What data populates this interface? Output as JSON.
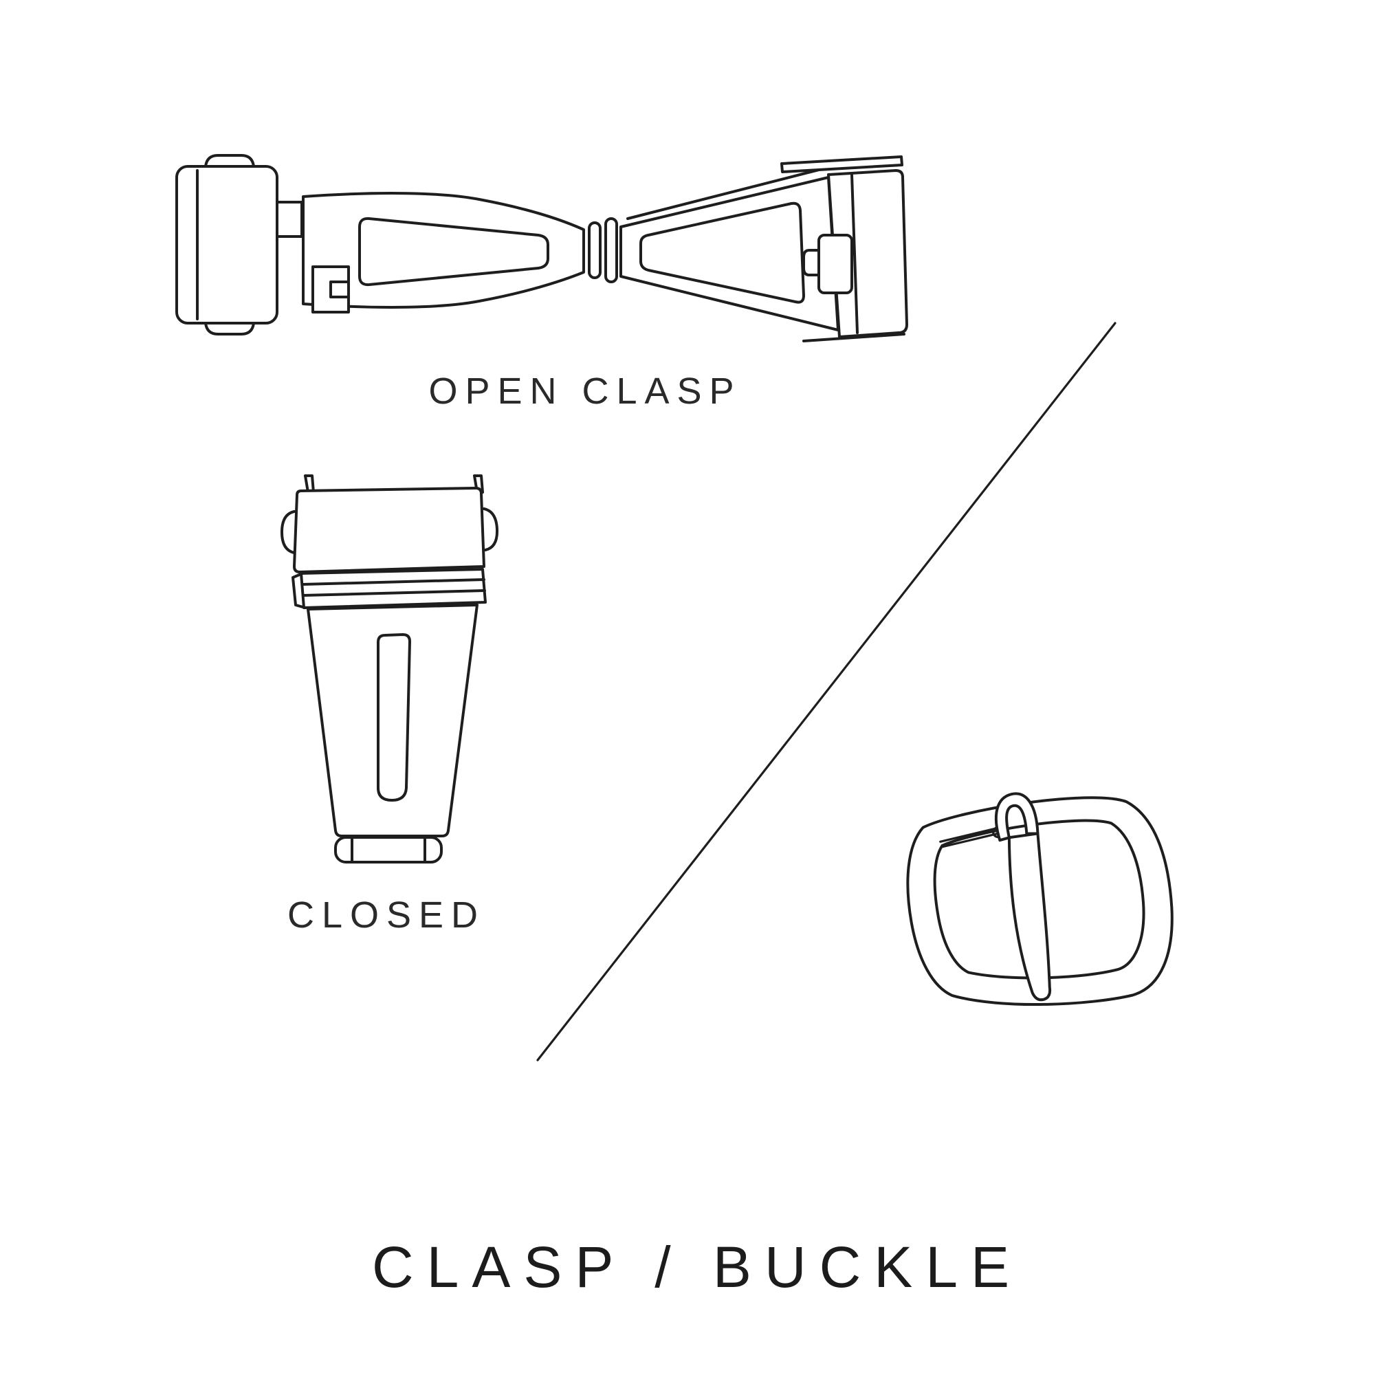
{
  "page": {
    "background_color": "#ffffff",
    "line_color": "#1e1e1e",
    "title": "CLASP / BUCKLE"
  },
  "figures": {
    "open_clasp": {
      "label": "OPEN CLASP"
    },
    "closed_clasp": {
      "label": "CLOSED"
    }
  }
}
